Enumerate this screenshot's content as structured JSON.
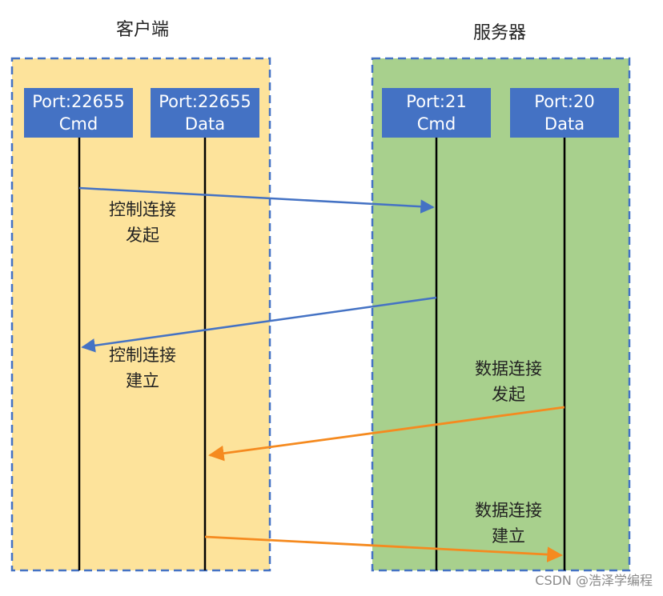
{
  "titles": {
    "client": "客户端",
    "server": "服务器"
  },
  "ports": {
    "client_cmd": {
      "line1": "Port:22655",
      "line2": "Cmd"
    },
    "client_data": {
      "line1": "Port:22655",
      "line2": "Data"
    },
    "server_cmd": {
      "line1": "Port:21",
      "line2": "Cmd"
    },
    "server_data": {
      "line1": "Port:20",
      "line2": "Data"
    }
  },
  "labels": {
    "control_initiate": {
      "line1": "控制连接",
      "line2": "发起"
    },
    "control_establish": {
      "line1": "控制连接",
      "line2": "建立"
    },
    "data_initiate": {
      "line1": "数据连接",
      "line2": "发起"
    },
    "data_establish": {
      "line1": "数据连接",
      "line2": "建立"
    }
  },
  "watermark": "CSDN @浩泽学编程",
  "colors": {
    "client_panel": "#fde39b",
    "server_panel": "#a8d08d",
    "panel_border": "#4472c4",
    "port_box": "#4472c4",
    "control_arrow": "#4472c4",
    "data_arrow": "#f58a1f",
    "lifeline": "#000000"
  }
}
